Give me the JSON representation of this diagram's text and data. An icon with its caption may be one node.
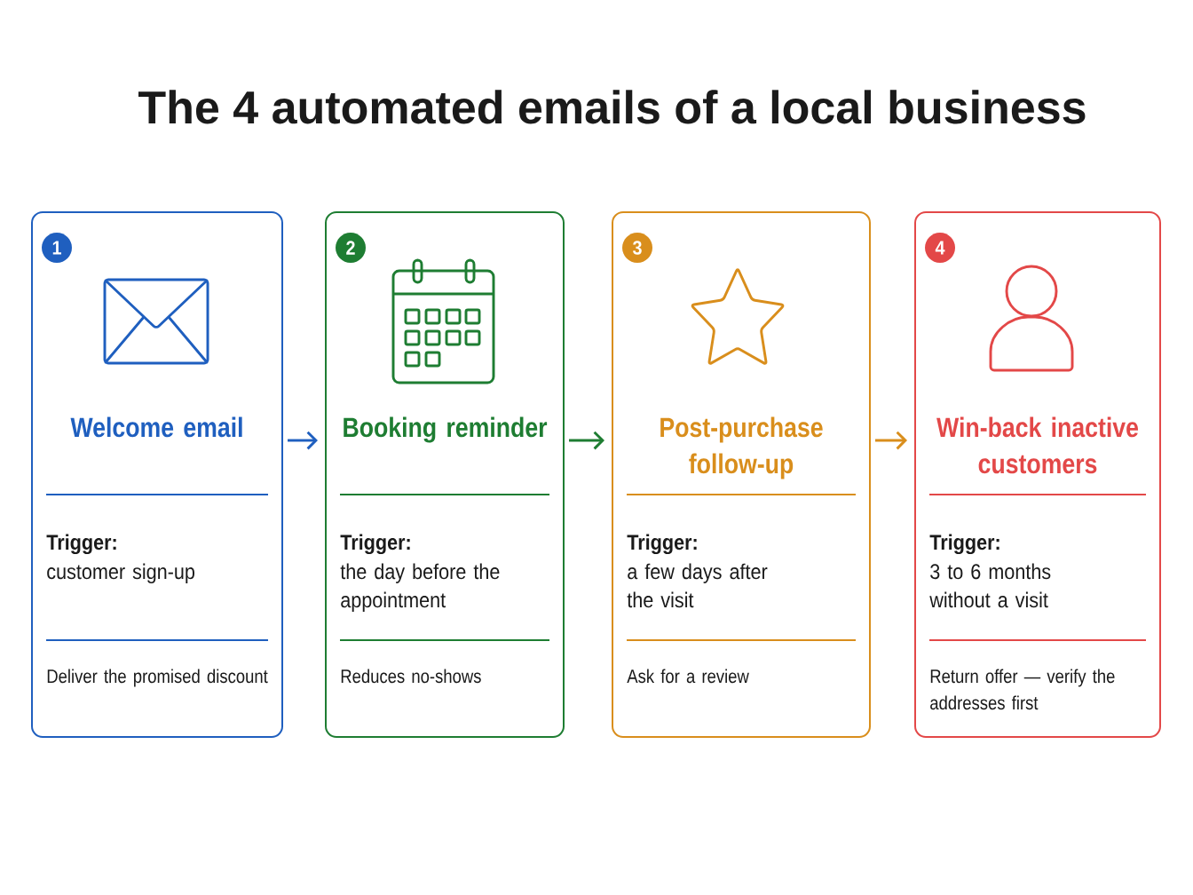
{
  "diagram": {
    "title": "The 4 automated emails of a local business",
    "nodes": [
      {
        "text": [
          "Welcome email",
          "Trigger:",
          "customer sign-up",
          "Deliver the promised discount"
        ]
      },
      {
        "text": [
          "1"
        ],
        "in": 0
      },
      {
        "text": [
          "Booking reminder",
          "Trigger:",
          "the day before the appointment",
          "Reduces no-shows"
        ]
      },
      {
        "text": [
          "2"
        ],
        "in": 2
      },
      {
        "text": [
          "Post-purchase follow-up",
          "Trigger:",
          "a few days after the visit",
          "Ask for a review"
        ]
      },
      {
        "text": [
          "3"
        ],
        "in": 4
      },
      {
        "text": [
          "Win-back inactive customers",
          "Trigger:",
          "3 to 6 months without a visit",
          "Return offer — verify the addresses first"
        ]
      },
      {
        "text": [
          "4"
        ],
        "in": 6
      }
    ],
    "edges": [
      {
        "from": 0,
        "to": 2,
        "arrow": "to",
        "color": "#1f5fbf"
      },
      {
        "from": 2,
        "to": 4,
        "arrow": "to",
        "color": "#1e7d32"
      },
      {
        "from": 4,
        "to": 6,
        "arrow": "to",
        "color": "#d98e1c"
      }
    ]
  }
}
